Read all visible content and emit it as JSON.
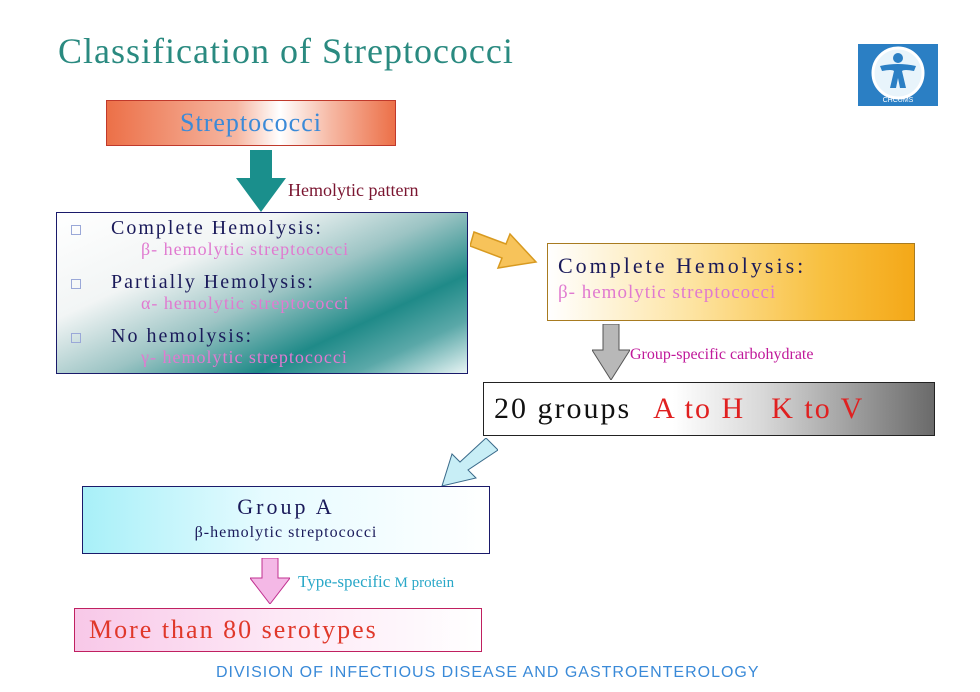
{
  "title": "Classification of Streptococci",
  "logo": {
    "icon": "person-emblem-icon",
    "text": "CHCUMS"
  },
  "nodes": {
    "streptococci": "Streptococci",
    "hemolysis_list": [
      {
        "main": "Complete Hemolysis:",
        "sub": "β- hemolytic streptococci"
      },
      {
        "main": "Partially Hemolysis:",
        "sub": "α- hemolytic streptococci"
      },
      {
        "main": "No hemolysis:",
        "sub": "γ- hemolytic streptococci"
      }
    ],
    "complete": {
      "main": "Complete Hemolysis:",
      "sub": "β- hemolytic streptococci"
    },
    "groups": {
      "count": "20 groups",
      "range1": "A to H",
      "range2": "K to V"
    },
    "group_a": {
      "main": "Group A",
      "sub": "β-hemolytic streptococci"
    },
    "serotypes": "More than 80 serotypes"
  },
  "edge_labels": {
    "hemolytic_pattern": "Hemolytic pattern",
    "group_specific": "Group-specific carbohydrate",
    "type_specific": "Type-specific",
    "m_protein": "M protein"
  },
  "footer": "DIVISION OF INFECTIOUS DISEASE AND GASTROENTEROLOGY",
  "colors": {
    "title": "#2a8a80",
    "teal_arrow": "#1a8f8c",
    "orange_arrow": "#f7c35a",
    "gray_arrow": "#b8b8b8",
    "cyan_arrow": "#c8eef6",
    "pink_arrow": "#f4b8e6",
    "red_text": "#e02020",
    "pink_text": "#e07ad0"
  }
}
